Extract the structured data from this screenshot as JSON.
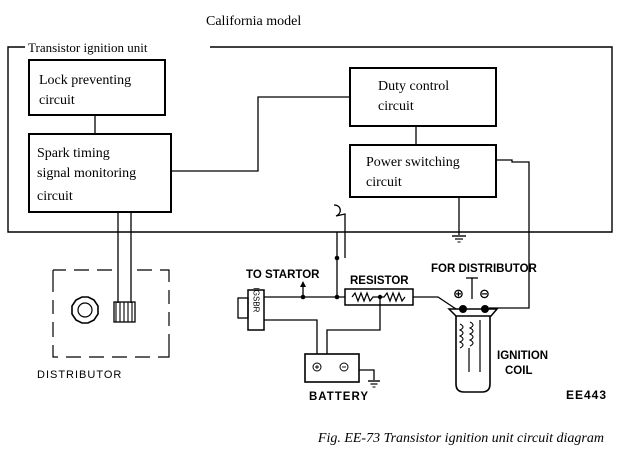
{
  "header": {
    "model": "California model"
  },
  "unit": {
    "label": "Transistor ignition unit"
  },
  "blocks": {
    "lock": [
      "Lock preventing",
      "circuit"
    ],
    "spark": [
      "Spark timing",
      "signal monitoring",
      "circuit"
    ],
    "duty": [
      "Duty control",
      "circuit"
    ],
    "power": [
      "Power switching",
      "circuit"
    ]
  },
  "labels": {
    "to_startor": "TO STARTOR",
    "resistor": "RESISTOR",
    "for_distributor": "FOR DISTRIBUTOR",
    "distributor": "DISTRIBUTOR",
    "battery": "BATTERY",
    "ignition": "IGNITION",
    "coil": "COIL",
    "switch_text": "IGSBR",
    "plus": "⊕",
    "minus": "⊖"
  },
  "figure": {
    "code": "EE443",
    "caption": "Fig. EE-73  Transistor ignition unit circuit diagram"
  }
}
